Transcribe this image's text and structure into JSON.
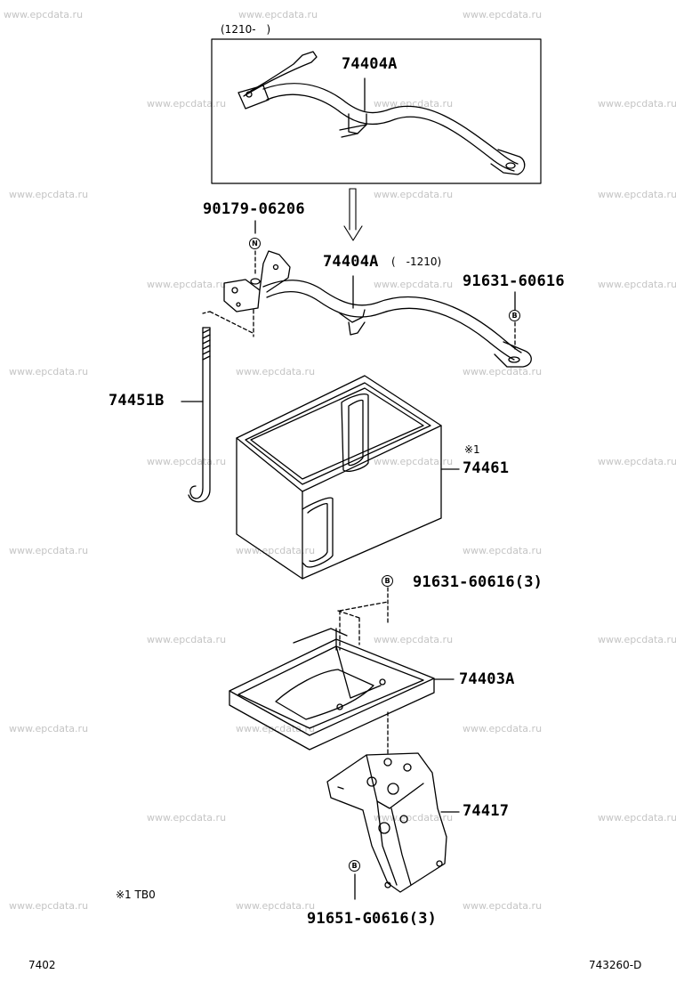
{
  "watermark": "www.epcdata.ru",
  "inset": {
    "date_range": "(1210-　)",
    "part_label": "74404A"
  },
  "parts": {
    "p90179": "90179-06206",
    "p74404A": "74404A",
    "p74404A_range": "(　-1210)",
    "p91631_top": "91631-60616",
    "p74451B": "74451B",
    "p74461_note": "※1",
    "p74461": "74461",
    "p91631_mid": "91631-60616(3)",
    "p74403A": "74403A",
    "p74417": "74417",
    "p91651": "91651-G0616(3)"
  },
  "symbols": {
    "nut": "N",
    "bolt": "B"
  },
  "footnote": "※1  TB0",
  "footer": {
    "page_left": "7402",
    "page_right": "743260-D"
  }
}
